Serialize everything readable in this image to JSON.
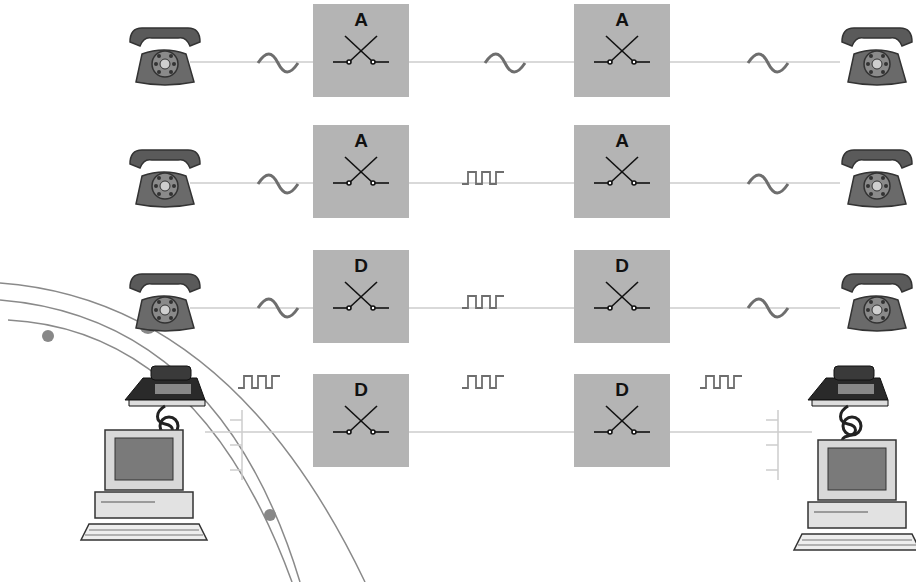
{
  "diagram": {
    "nodes": [
      {
        "text": [
          "A"
        ]
      },
      {
        "text": [
          "A"
        ]
      },
      {
        "text": [
          "A"
        ]
      },
      {
        "text": [
          "A"
        ]
      },
      {
        "text": [
          "D"
        ]
      },
      {
        "text": [
          "D"
        ]
      },
      {
        "text": [
          "D"
        ]
      },
      {
        "text": [
          "D"
        ]
      }
    ],
    "edges": [
      {
        "from": 0,
        "to": 1,
        "arrow": "none"
      },
      {
        "from": 2,
        "to": 3,
        "arrow": "none"
      },
      {
        "from": 4,
        "to": 5,
        "arrow": "none"
      },
      {
        "from": 6,
        "to": 7,
        "arrow": "none"
      }
    ]
  }
}
